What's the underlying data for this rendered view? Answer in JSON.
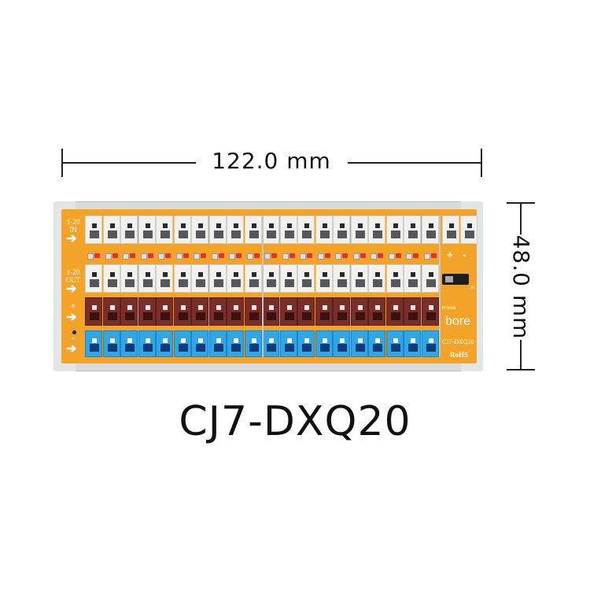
{
  "dimensions": {
    "width_label": "122.0 mm",
    "height_label": "48.0 mm"
  },
  "product": {
    "model": "CJ7-DXQ20"
  },
  "board": {
    "labels": {
      "in_range": "1-20",
      "in": "IN",
      "out_range": "1-20",
      "out": "OUT",
      "plus": "+",
      "minus": "-",
      "arrow": "➔"
    },
    "terminal_count": 20,
    "power_terminals": {
      "plus": "+",
      "minus": "-"
    },
    "silkscreen": {
      "power": "POWER",
      "switch_mark": "IN",
      "brand": "bore",
      "model": "CJ7-DXQ20",
      "rohs": "RoHS"
    },
    "colors": {
      "pcb": "#f2a328",
      "white_terminal": "#f1f1ef",
      "brown_terminal": "#7a2e2a",
      "blue_terminal": "#2fa6e6",
      "led": "#dd3333"
    }
  }
}
